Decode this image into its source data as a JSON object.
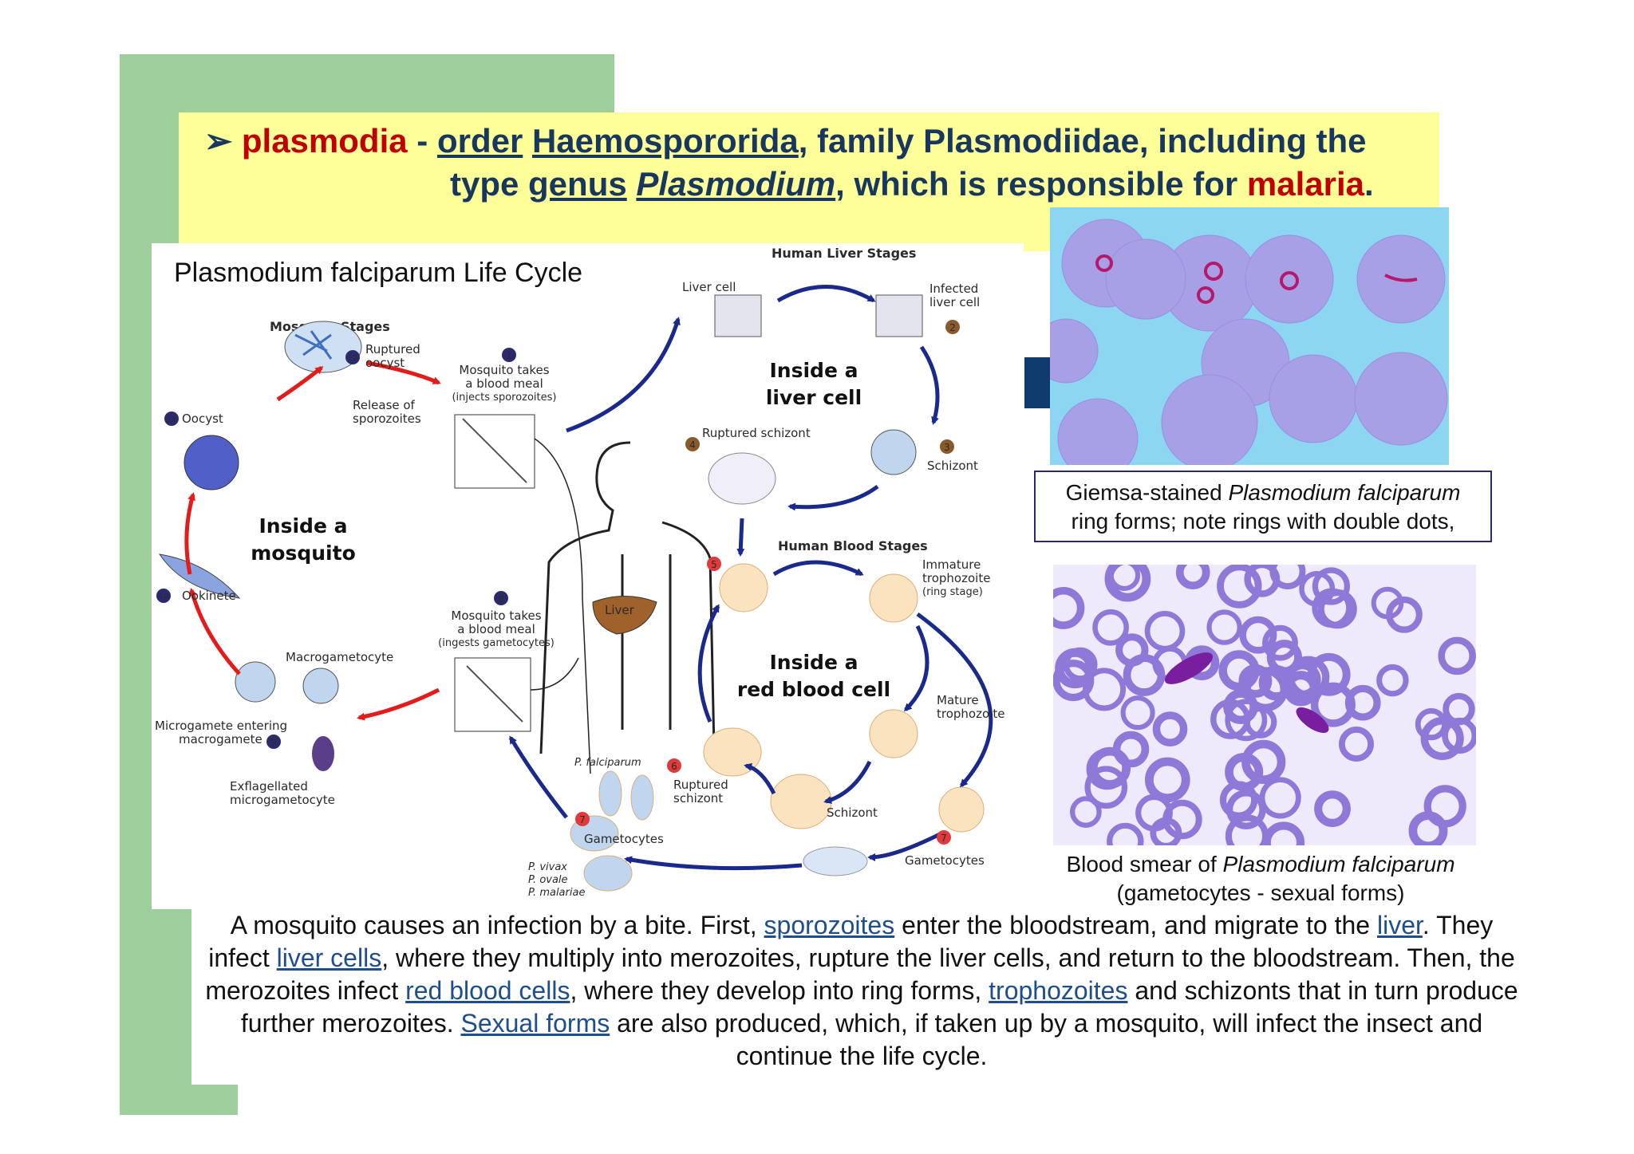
{
  "heading": {
    "bullet": "➢",
    "w_plasmodia": "plasmodia",
    "w_dash": " - ",
    "w_order": "order",
    "w_sp1": " ",
    "w_haemo": "Haemospororida",
    "w_family": ", family Plasmodiidae, including the",
    "w_type": "type ",
    "w_genus": "genus",
    "w_sp2": " ",
    "w_plasmodium": "Plasmodium",
    "w_which": ", which is responsible for ",
    "w_malaria": "malaria",
    "w_period": "."
  },
  "diagram": {
    "title": "Plasmodium falciparum Life Cycle",
    "mosquito_stages": "Mosquito Stages",
    "human_liver_stages": "Human Liver Stages",
    "human_blood_stages": "Human Blood Stages",
    "inside_mosquito": [
      "Inside a",
      "mosquito"
    ],
    "inside_liver": [
      "Inside a",
      "liver cell"
    ],
    "inside_rbc": [
      "Inside a",
      "red blood cell"
    ],
    "liver": "Liver",
    "labels": {
      "ruptured_oocyst": [
        "Ruptured",
        "oocyst"
      ],
      "release": [
        "Release of",
        "sporozoites"
      ],
      "oocyst": "Oocyst",
      "ookinete": "Ookinete",
      "macrogametocyte": "Macrogametocyte",
      "microgamete": [
        "Microgamete entering",
        "macrogamete"
      ],
      "exflagellated": [
        "Exflagellated",
        "microgametocyte"
      ],
      "mosq_takes_1": [
        "Mosquito takes",
        "a blood meal",
        "(injects sporozoites)"
      ],
      "mosq_takes_8": [
        "Mosquito takes",
        "a blood meal",
        "(ingests gametocytes)"
      ],
      "liver_cell": "Liver cell",
      "infected_liver_cell": [
        "Infected",
        "liver cell"
      ],
      "ruptured_schizont_liver": "Ruptured schizont",
      "schizont_liver": "Schizont",
      "immature_troph": [
        "Immature",
        "trophozoite",
        "(ring stage)"
      ],
      "mature_troph": [
        "Mature",
        "trophozoite"
      ],
      "schizont_blood": "Schizont",
      "ruptured_schizont_blood": [
        "Ruptured",
        "schizont"
      ],
      "gametocytes_r": "Gametocytes",
      "gametocytes_l": "Gametocytes",
      "p_falciparum": "P. falciparum",
      "species": [
        "P. vivax",
        "P. ovale",
        "P. malariae"
      ]
    },
    "numbers": [
      "1",
      "2",
      "3",
      "4",
      "5",
      "6",
      "7",
      "7",
      "8",
      "9",
      "10",
      "11",
      "12"
    ],
    "colors": {
      "blue_arrow": "#1a2a8c",
      "red_arrow": "#e31b1b",
      "num_dark": "#2b2a6e",
      "num_brown": "#8a5a2a",
      "num_red": "#e03a3a"
    }
  },
  "caption1": {
    "c1a": "Giemsa-stained ",
    "c1b": "Plasmodium falciparum",
    "c1c": "ring forms; note rings with double dots,"
  },
  "caption2": {
    "c2a": "Blood smear of ",
    "c2b": "Plasmodium falciparum",
    "c2c": "(gametocytes - sexual forms)"
  },
  "body": {
    "t1": "A mosquito causes an infection by a bite. First, ",
    "l_sporozoites": "sporozoites",
    "t2": " enter the bloodstream, and migrate to the ",
    "l_liver": "liver",
    "t3": ". They infect ",
    "l_liver_cells": "liver cells",
    "t4": ", where they multiply into merozoites, rupture the liver cells, and return to the bloodstream. Then, the merozoites infect ",
    "l_rbc": "red blood cells",
    "t5": ", where they develop into ring forms, ",
    "l_troph": "trophozoites",
    "t6": " and schizonts that in turn produce further merozoites. ",
    "l_sexual": "Sexual forms",
    "t7": " are also produced, which, if taken up by a mosquito, will infect the insect and continue the life cycle."
  }
}
